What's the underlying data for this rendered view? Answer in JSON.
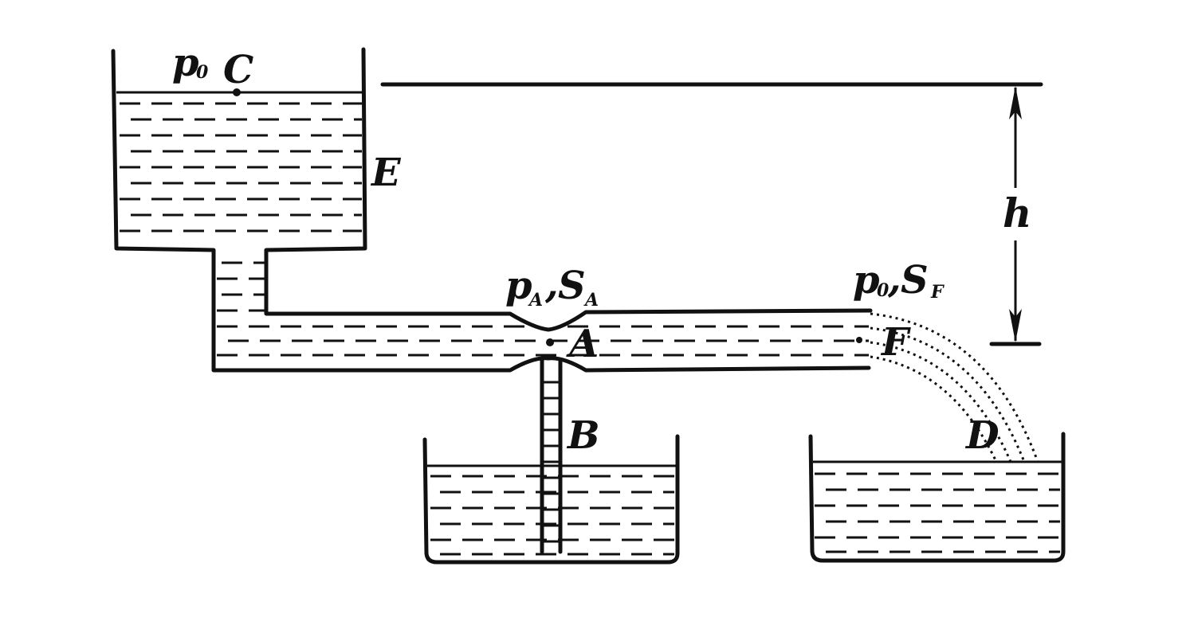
{
  "labels": {
    "p0_top": "p",
    "p0_top_sub": "0",
    "C": "C",
    "E": "E",
    "h": "h",
    "pA": "p",
    "pA_sub": "A",
    "comma1": ",",
    "SA": "S",
    "SA_sub": "A",
    "p0_right": "p",
    "p0_right_sub": "0",
    "comma2": ",",
    "SF": "S",
    "SF_sub": "F",
    "A": "A",
    "F": "F",
    "B": "B",
    "D": "D"
  }
}
